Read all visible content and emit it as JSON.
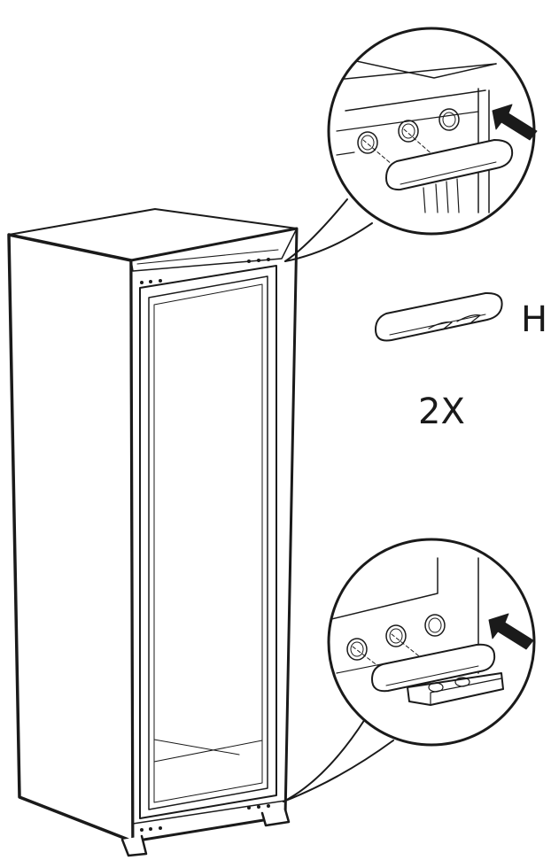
{
  "part_label": "H",
  "quantity_label": "2X",
  "colors": {
    "stroke": "#1a1a1a",
    "background": "#ffffff",
    "arrow": "#1a1a1a"
  },
  "icons": [
    "arrow-icon",
    "fridge-illustration",
    "bracket-part-illustration",
    "magnifier-callout"
  ]
}
